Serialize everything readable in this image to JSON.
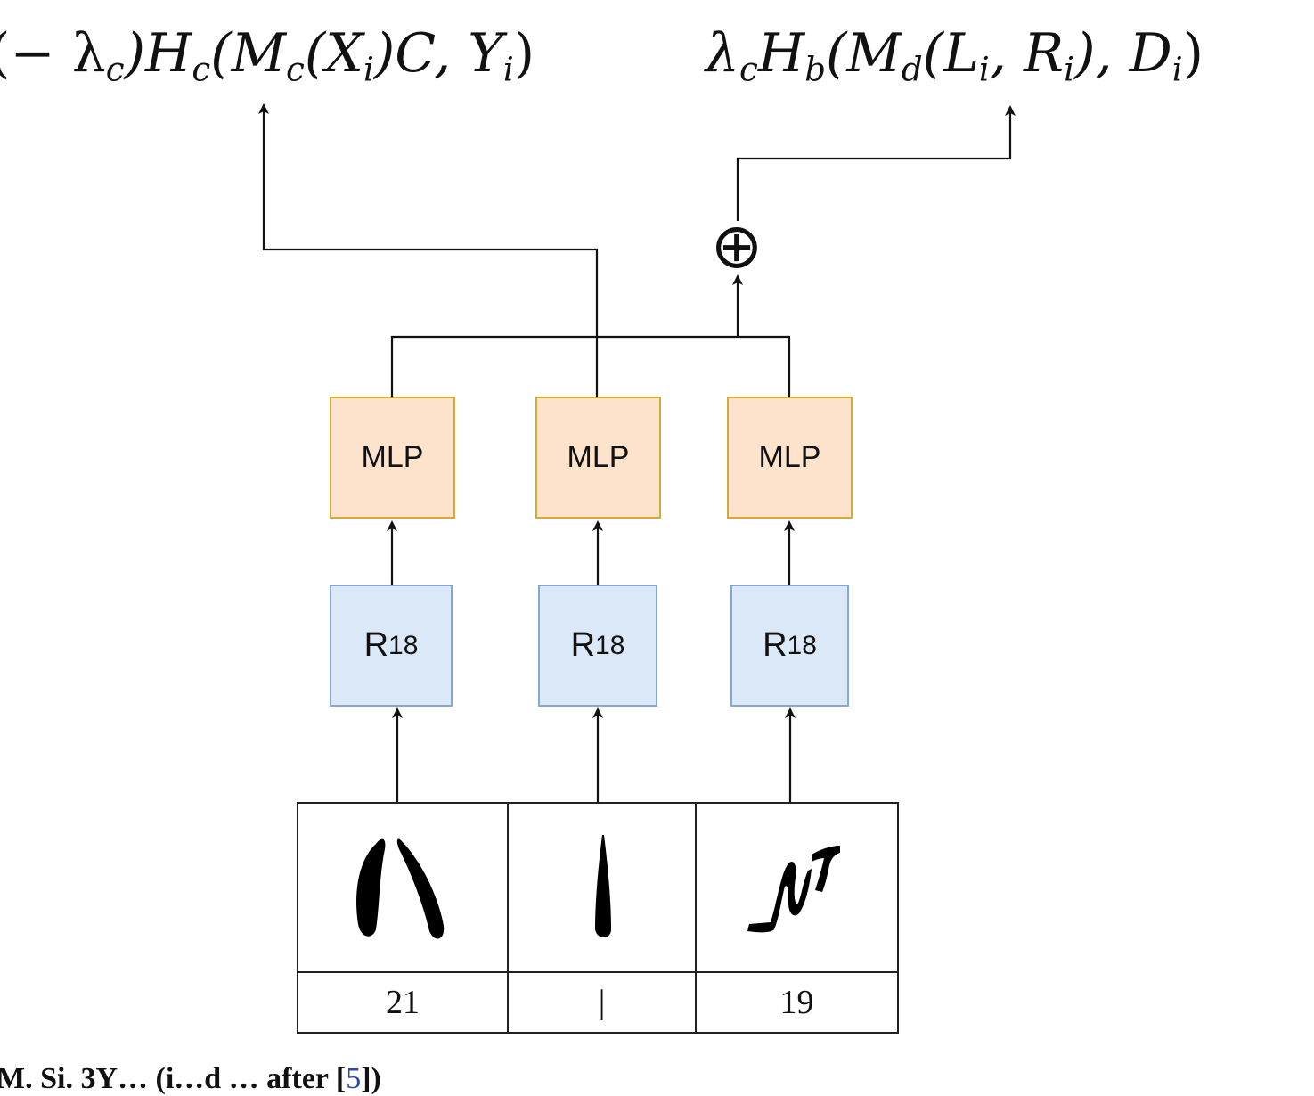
{
  "formulas": {
    "left": {
      "text_a": "− λ",
      "sub_a": "c",
      "text_b": ")H",
      "sub_b": "c",
      "text_c": "(M",
      "sub_c": "c",
      "text_d": "(X",
      "sub_d": "i",
      "text_e": ")C, Y",
      "sub_e": "i",
      "text_f": ")"
    },
    "right": {
      "text_a": "λ",
      "sub_a": "c",
      "text_b": "H",
      "sub_b": "b",
      "text_c": "(M",
      "sub_c": "d",
      "text_d": "(L",
      "sub_d": "i",
      "text_e": ", R",
      "sub_e": "i",
      "text_f": "), D",
      "sub_f": "i",
      "text_g": ")"
    }
  },
  "sum_symbol": "⊕",
  "columns": [
    {
      "mlp_label": "MLP",
      "backbone_label": "R",
      "backbone_sub": "18",
      "glyph_label": "21"
    },
    {
      "mlp_label": "MLP",
      "backbone_label": "R",
      "backbone_sub": "18",
      "glyph_label": "|"
    },
    {
      "mlp_label": "MLP",
      "backbone_label": "R",
      "backbone_sub": "18",
      "glyph_label": "19"
    }
  ],
  "caption": {
    "text": "M. Si. 3Y… (i…d … after [",
    "ref": "5",
    "end": "])"
  },
  "colors": {
    "mlp_fill": "#fde3cc",
    "mlp_border": "#d9a935",
    "r18_fill": "#dbe8f8",
    "r18_border": "#86a8d2",
    "line": "#111111"
  }
}
